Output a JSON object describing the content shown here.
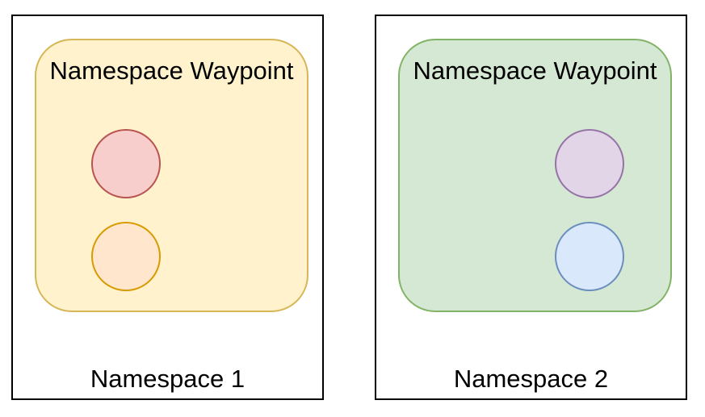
{
  "namespaces": [
    {
      "label": "Namespace 1",
      "waypoint": {
        "label": "Namespace Waypoint",
        "fill": "#fff2cc",
        "stroke": "#d6b656"
      },
      "workloads": [
        {
          "fill": "#f8cecc",
          "stroke": "#b85450"
        },
        {
          "fill": "#ffe6cc",
          "stroke": "#d79b00"
        }
      ]
    },
    {
      "label": "Namespace 2",
      "waypoint": {
        "label": "Namespace Waypoint",
        "fill": "#d5e8d4",
        "stroke": "#82b366"
      },
      "workloads": [
        {
          "fill": "#e1d5e7",
          "stroke": "#9673a6"
        },
        {
          "fill": "#dae8fc",
          "stroke": "#6c8ebf"
        }
      ]
    }
  ]
}
